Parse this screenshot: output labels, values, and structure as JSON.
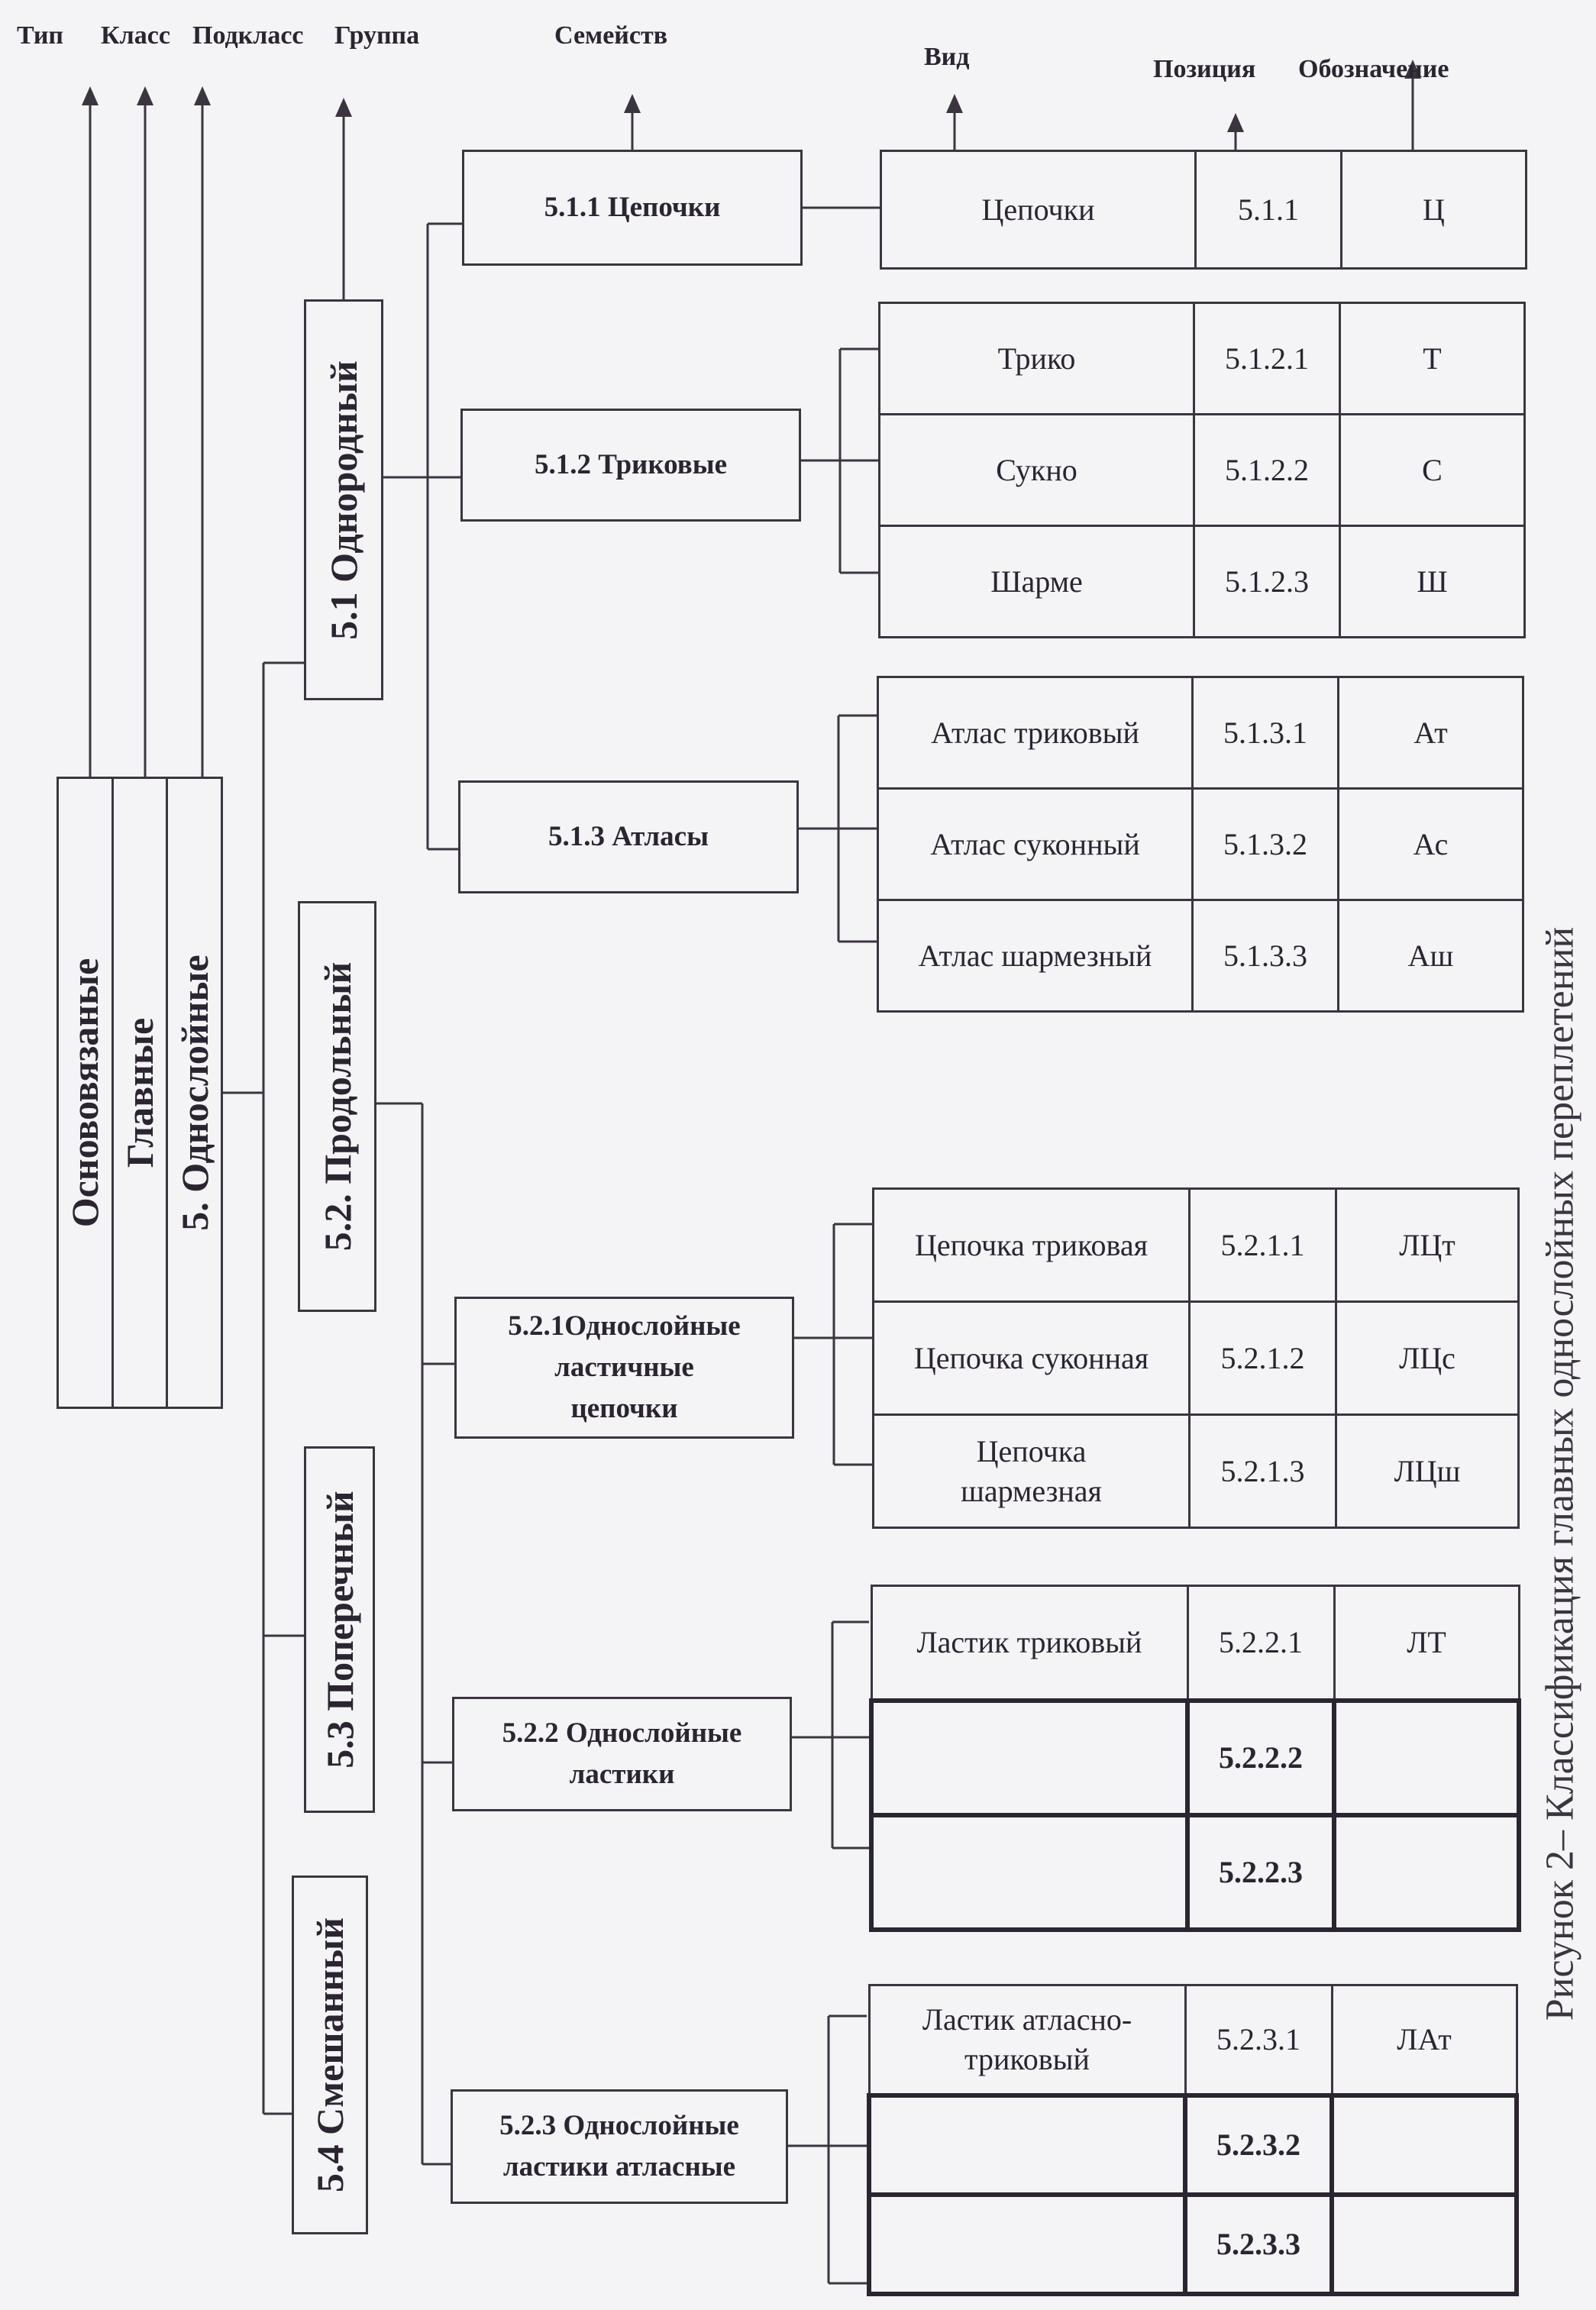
{
  "headers": {
    "type": "Тип",
    "class": "Класс",
    "subclass": "Подкласс",
    "group": "Группа",
    "family": "Семейств",
    "species": "Вид",
    "position": "Позиция",
    "designation": "Обозначение"
  },
  "root": {
    "type": "Основовязаные",
    "class": "Главные",
    "subclass": "5. Однослойные"
  },
  "groups": [
    "5.1 Однородный",
    "5.2. Продольный",
    "5.3 Поперечный",
    "5.4 Смешанный"
  ],
  "families": [
    {
      "label": "5.1.1 Цепочки",
      "rows": [
        {
          "name": "Цепочки",
          "pos": "5.1.1",
          "code": "Ц"
        }
      ]
    },
    {
      "label": "5.1.2 Триковые",
      "rows": [
        {
          "name": "Трико",
          "pos": "5.1.2.1",
          "code": "Т"
        },
        {
          "name": "Сукно",
          "pos": "5.1.2.2",
          "code": "С"
        },
        {
          "name": "Шарме",
          "pos": "5.1.2.3",
          "code": "Ш"
        }
      ]
    },
    {
      "label": "5.1.3 Атласы",
      "rows": [
        {
          "name": "Атлас триковый",
          "pos": "5.1.3.1",
          "code": "Ат"
        },
        {
          "name": "Атлас суконный",
          "pos": "5.1.3.2",
          "code": "Ас"
        },
        {
          "name": "Атлас шармезный",
          "pos": "5.1.3.3",
          "code": "Аш"
        }
      ]
    },
    {
      "label": "5.2.1Однослойные\nластичные\nцепочки",
      "rows": [
        {
          "name": "Цепочка триковая",
          "pos": "5.2.1.1",
          "code": "ЛЦт"
        },
        {
          "name": "Цепочка суконная",
          "pos": "5.2.1.2",
          "code": "ЛЦс"
        },
        {
          "name": "Цепочка\nшармезная",
          "pos": "5.2.1.3",
          "code": "ЛЦш"
        }
      ]
    },
    {
      "label": "5.2.2 Однослойные\nластики",
      "rows": [
        {
          "name": "Ластик триковый",
          "pos": "5.2.2.1",
          "code": "ЛТ"
        },
        {
          "name": "",
          "pos": "5.2.2.2",
          "code": ""
        },
        {
          "name": "",
          "pos": "5.2.2.3",
          "code": ""
        }
      ]
    },
    {
      "label": "5.2.3 Однослойные\nластики атласные",
      "rows": [
        {
          "name": "Ластик атласно-\nтриковый",
          "pos": "5.2.3.1",
          "code": "ЛАт"
        },
        {
          "name": "",
          "pos": "5.2.3.2",
          "code": ""
        },
        {
          "name": "",
          "pos": "5.2.3.3",
          "code": ""
        }
      ]
    }
  ],
  "caption": "Рисунок 2– Классификация главных однослойных переплетений"
}
